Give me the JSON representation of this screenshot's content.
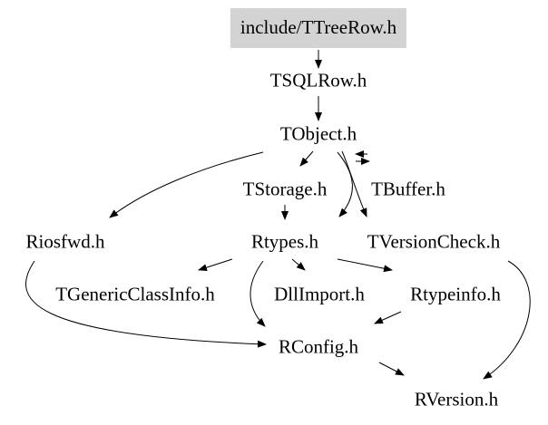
{
  "diagram": {
    "root_fill": "#d3d3d3",
    "edge_color": "#000000",
    "nodes": {
      "ttreerow": "include/TTreeRow.h",
      "tsqlrow": "TSQLRow.h",
      "tobject": "TObject.h",
      "tstorage": "TStorage.h",
      "tbuffer": "TBuffer.h",
      "riosfwd": "Riosfwd.h",
      "rtypes": "Rtypes.h",
      "tversioncheck": "TVersionCheck.h",
      "tgenericclassinfo": "TGenericClassInfo.h",
      "dllimport": "DllImport.h",
      "rtypeinfo": "Rtypeinfo.h",
      "rconfig": "RConfig.h",
      "rversion": "RVersion.h"
    },
    "edges": [
      [
        "ttreerow",
        "tsqlrow"
      ],
      [
        "tsqlrow",
        "tobject"
      ],
      [
        "tobject",
        "tstorage"
      ],
      [
        "tobject",
        "riosfwd"
      ],
      [
        "tobject",
        "rtypes"
      ],
      [
        "tobject",
        "tversioncheck"
      ],
      [
        "tobject",
        "tbuffer"
      ],
      [
        "tbuffer",
        "tobject"
      ],
      [
        "tstorage",
        "rtypes"
      ],
      [
        "rtypes",
        "tgenericclassinfo"
      ],
      [
        "rtypes",
        "dllimport"
      ],
      [
        "rtypes",
        "rtypeinfo"
      ],
      [
        "rtypes",
        "rconfig"
      ],
      [
        "riosfwd",
        "rconfig"
      ],
      [
        "rtypeinfo",
        "rconfig"
      ],
      [
        "rconfig",
        "rversion"
      ],
      [
        "tversioncheck",
        "rversion"
      ]
    ]
  }
}
